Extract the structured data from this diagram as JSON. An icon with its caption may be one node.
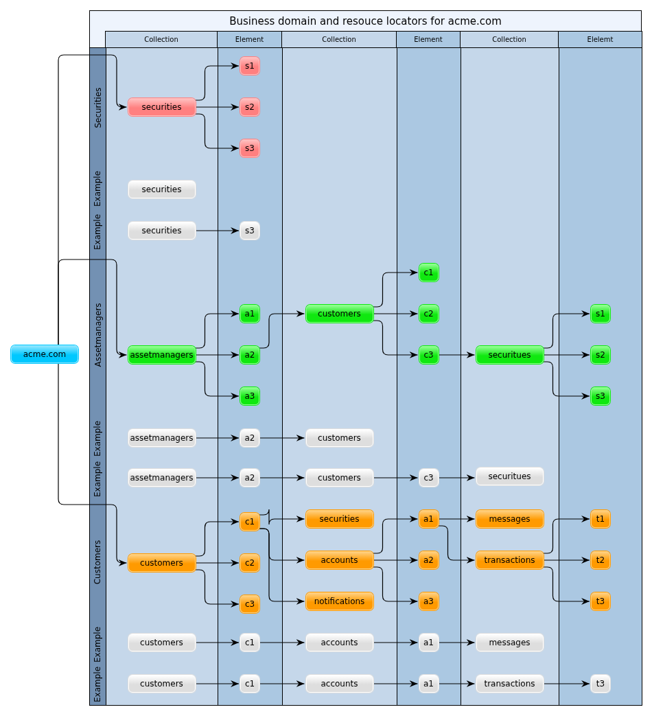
{
  "diagram": {
    "title": "Business domain and resouce locators for acme.com",
    "nodes": [
      {
        "text": [
          "acme.com"
        ]
      },
      {
        "text": [
          "Securities"
        ]
      },
      {
        "text": [
          "securities"
        ],
        "in": 1
      },
      {
        "text": [
          "s1"
        ],
        "in": 1
      },
      {
        "text": [
          "s2"
        ],
        "in": 1
      },
      {
        "text": [
          "s3"
        ],
        "in": 1
      },
      {
        "text": [
          "Example"
        ]
      },
      {
        "text": [
          "securities"
        ],
        "in": 6
      },
      {
        "text": [
          "Example"
        ]
      },
      {
        "text": [
          "securities"
        ],
        "in": 8
      },
      {
        "text": [
          "s3"
        ],
        "in": 8
      },
      {
        "text": [
          "Assetmanagers"
        ]
      },
      {
        "text": [
          "assetmanagers"
        ],
        "in": 11
      },
      {
        "text": [
          "a1"
        ],
        "in": 11
      },
      {
        "text": [
          "a2"
        ],
        "in": 11
      },
      {
        "text": [
          "a3"
        ],
        "in": 11
      },
      {
        "text": [
          "customers"
        ],
        "in": 11
      },
      {
        "text": [
          "c1"
        ],
        "in": 11
      },
      {
        "text": [
          "c2"
        ],
        "in": 11
      },
      {
        "text": [
          "c3"
        ],
        "in": 11
      },
      {
        "text": [
          "securitues"
        ],
        "in": 11
      },
      {
        "text": [
          "s1"
        ],
        "in": 11
      },
      {
        "text": [
          "s2"
        ],
        "in": 11
      },
      {
        "text": [
          "s3"
        ],
        "in": 11
      },
      {
        "text": [
          "Example"
        ]
      },
      {
        "text": [
          "assetmanagers"
        ],
        "in": 24
      },
      {
        "text": [
          "a2"
        ],
        "in": 24
      },
      {
        "text": [
          "customers"
        ],
        "in": 24
      },
      {
        "text": [
          "Example"
        ]
      },
      {
        "text": [
          "assetmanagers"
        ],
        "in": 28
      },
      {
        "text": [
          "a2"
        ],
        "in": 28
      },
      {
        "text": [
          "customers"
        ],
        "in": 28
      },
      {
        "text": [
          "c3"
        ],
        "in": 28
      },
      {
        "text": [
          "securitues"
        ],
        "in": 28
      },
      {
        "text": [
          "Customers"
        ]
      },
      {
        "text": [
          "customers"
        ],
        "in": 34
      },
      {
        "text": [
          "c1"
        ],
        "in": 34
      },
      {
        "text": [
          "c2"
        ],
        "in": 34
      },
      {
        "text": [
          "c3"
        ],
        "in": 34
      },
      {
        "text": [
          "securities"
        ],
        "in": 34
      },
      {
        "text": [
          "accounts"
        ],
        "in": 34
      },
      {
        "text": [
          "notifications"
        ],
        "in": 34
      },
      {
        "text": [
          "a1"
        ],
        "in": 34
      },
      {
        "text": [
          "a2"
        ],
        "in": 34
      },
      {
        "text": [
          "a3"
        ],
        "in": 34
      },
      {
        "text": [
          "messages"
        ],
        "in": 34
      },
      {
        "text": [
          "transactions"
        ],
        "in": 34
      },
      {
        "text": [
          "t1"
        ],
        "in": 34
      },
      {
        "text": [
          "t2"
        ],
        "in": 34
      },
      {
        "text": [
          "t3"
        ],
        "in": 34
      },
      {
        "text": [
          "Example"
        ]
      },
      {
        "text": [
          "customers"
        ],
        "in": 50
      },
      {
        "text": [
          "c1"
        ],
        "in": 50
      },
      {
        "text": [
          "accounts"
        ],
        "in": 50
      },
      {
        "text": [
          "a1"
        ],
        "in": 50
      },
      {
        "text": [
          "messages"
        ],
        "in": 50
      },
      {
        "text": [
          "Example"
        ]
      },
      {
        "text": [
          "customers"
        ],
        "in": 56
      },
      {
        "text": [
          "c1"
        ],
        "in": 56
      },
      {
        "text": [
          "accounts"
        ],
        "in": 56
      },
      {
        "text": [
          "a1"
        ],
        "in": 56
      },
      {
        "text": [
          "transactions"
        ],
        "in": 56
      },
      {
        "text": [
          "t3"
        ],
        "in": 56
      }
    ],
    "edges": [
      {
        "from": 0,
        "to": 2,
        "arrow": "to"
      },
      {
        "from": 2,
        "to": 3,
        "arrow": "to"
      },
      {
        "from": 2,
        "to": 4,
        "arrow": "to"
      },
      {
        "from": 2,
        "to": 5,
        "arrow": "to"
      },
      {
        "from": 9,
        "to": 10,
        "arrow": "to"
      },
      {
        "from": 0,
        "to": 12,
        "arrow": "to"
      },
      {
        "from": 12,
        "to": 13,
        "arrow": "to"
      },
      {
        "from": 12,
        "to": 14,
        "arrow": "to"
      },
      {
        "from": 12,
        "to": 15,
        "arrow": "to"
      },
      {
        "from": 14,
        "to": 16,
        "arrow": "to"
      },
      {
        "from": 16,
        "to": 17,
        "arrow": "to"
      },
      {
        "from": 16,
        "to": 18,
        "arrow": "to"
      },
      {
        "from": 16,
        "to": 19,
        "arrow": "to"
      },
      {
        "from": 19,
        "to": 20,
        "arrow": "to"
      },
      {
        "from": 20,
        "to": 21,
        "arrow": "to"
      },
      {
        "from": 20,
        "to": 22,
        "arrow": "to"
      },
      {
        "from": 20,
        "to": 23,
        "arrow": "to"
      },
      {
        "from": 25,
        "to": 26,
        "arrow": "to"
      },
      {
        "from": 26,
        "to": 27,
        "arrow": "to"
      },
      {
        "from": 29,
        "to": 30,
        "arrow": "to"
      },
      {
        "from": 30,
        "to": 31,
        "arrow": "to"
      },
      {
        "from": 31,
        "to": 32,
        "arrow": "to"
      },
      {
        "from": 32,
        "to": 33,
        "arrow": "to"
      },
      {
        "from": 0,
        "to": 35,
        "arrow": "to"
      },
      {
        "from": 35,
        "to": 36,
        "arrow": "to"
      },
      {
        "from": 35,
        "to": 37,
        "arrow": "to"
      },
      {
        "from": 35,
        "to": 38,
        "arrow": "to"
      },
      {
        "from": 36,
        "to": 39,
        "arrow": "to"
      },
      {
        "from": 36,
        "to": 40,
        "arrow": "to"
      },
      {
        "from": 36,
        "to": 41,
        "arrow": "to"
      },
      {
        "from": 40,
        "to": 42,
        "arrow": "to"
      },
      {
        "from": 40,
        "to": 43,
        "arrow": "to"
      },
      {
        "from": 40,
        "to": 44,
        "arrow": "to"
      },
      {
        "from": 42,
        "to": 45,
        "arrow": "to"
      },
      {
        "from": 42,
        "to": 46,
        "arrow": "to"
      },
      {
        "from": 46,
        "to": 47,
        "arrow": "to"
      },
      {
        "from": 46,
        "to": 48,
        "arrow": "to"
      },
      {
        "from": 46,
        "to": 49,
        "arrow": "to"
      },
      {
        "from": 51,
        "to": 52,
        "arrow": "to"
      },
      {
        "from": 52,
        "to": 53,
        "arrow": "to"
      },
      {
        "from": 53,
        "to": 54,
        "arrow": "to"
      },
      {
        "from": 54,
        "to": 55,
        "arrow": "to"
      },
      {
        "from": 57,
        "to": 58,
        "arrow": "to"
      },
      {
        "from": 58,
        "to": 59,
        "arrow": "to"
      },
      {
        "from": 59,
        "to": 60,
        "arrow": "to"
      },
      {
        "from": 60,
        "to": 61,
        "arrow": "to"
      },
      {
        "from": 61,
        "to": 62,
        "arrow": "to"
      }
    ],
    "labels": [
      "Collection",
      "Element",
      "Collection",
      "Element",
      "Collection",
      "Elelemt"
    ]
  }
}
